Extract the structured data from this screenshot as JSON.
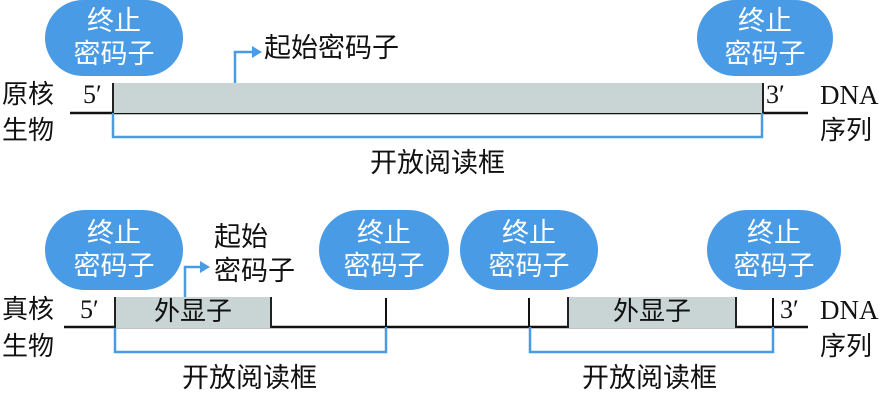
{
  "prokaryote": {
    "organism_label_line1": "原核",
    "organism_label_line2": "生物",
    "five_prime": "5′",
    "three_prime": "3′",
    "dna_label_line1": "DNA",
    "dna_label_line2": "序列",
    "stop_codon_left": {
      "line1": "终止",
      "line2": "密码子"
    },
    "stop_codon_right": {
      "line1": "终止",
      "line2": "密码子"
    },
    "start_codon": "起始密码子",
    "orf_label": "开放阅读框"
  },
  "eukaryote": {
    "organism_label_line1": "真核",
    "organism_label_line2": "生物",
    "five_prime": "5′",
    "three_prime": "3′",
    "dna_label_line1": "DNA",
    "dna_label_line2": "序列",
    "stop_codons": [
      {
        "line1": "终止",
        "line2": "密码子"
      },
      {
        "line1": "终止",
        "line2": "密码子"
      },
      {
        "line1": "终止",
        "line2": "密码子"
      },
      {
        "line1": "终止",
        "line2": "密码子"
      }
    ],
    "start_codon_line1": "起始",
    "start_codon_line2": "密码子",
    "exons": [
      "外显子",
      "外显子"
    ],
    "orf_labels": [
      "开放阅读框",
      "开放阅读框"
    ]
  },
  "colors": {
    "stop_codon_fill": "#4a9be6",
    "orf_bracket": "#4a9be6",
    "exon_fill": "#c9d4d4",
    "dna_line": "#111111"
  }
}
